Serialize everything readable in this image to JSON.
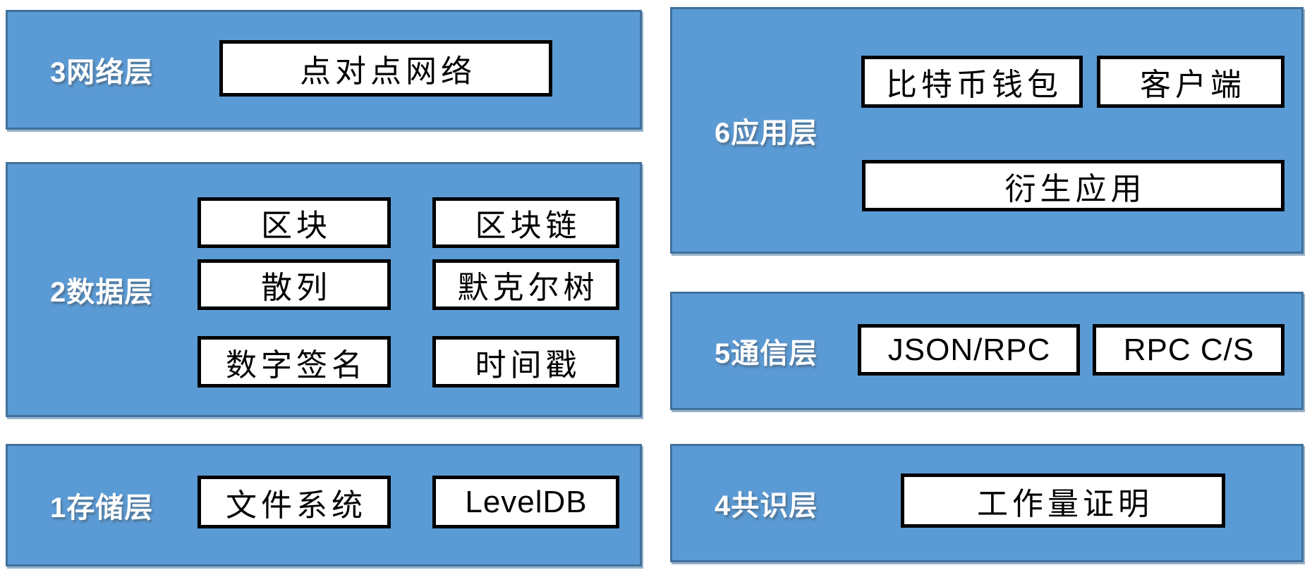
{
  "colors": {
    "panel_fill": "#5B9BD5",
    "panel_border": "#41719C",
    "box_fill": "#FFFFFF",
    "box_border": "#000000",
    "label_text": "#FFFFFF",
    "box_text": "#000000",
    "background": "#FFFFFF"
  },
  "diagram": {
    "panels": [
      {
        "id": "network-layer",
        "label": "3网络层",
        "boxes": [
          {
            "text": "点对点网络"
          }
        ]
      },
      {
        "id": "data-layer",
        "label": "2数据层",
        "boxes": [
          {
            "text": "区块"
          },
          {
            "text": "区块链"
          },
          {
            "text": "散列"
          },
          {
            "text": "默克尔树"
          },
          {
            "text": "数字签名"
          },
          {
            "text": "时间戳"
          }
        ]
      },
      {
        "id": "storage-layer",
        "label": "1存储层",
        "boxes": [
          {
            "text": "文件系统"
          },
          {
            "text": "LevelDB"
          }
        ]
      },
      {
        "id": "application-layer",
        "label": "6应用层",
        "boxes": [
          {
            "text": "比特币钱包"
          },
          {
            "text": "客户端"
          },
          {
            "text": "衍生应用"
          }
        ]
      },
      {
        "id": "communication-layer",
        "label": "5通信层",
        "boxes": [
          {
            "text": "JSON/RPC"
          },
          {
            "text": "RPC C/S"
          }
        ]
      },
      {
        "id": "consensus-layer",
        "label": "4共识层",
        "boxes": [
          {
            "text": "工作量证明"
          }
        ]
      }
    ]
  }
}
